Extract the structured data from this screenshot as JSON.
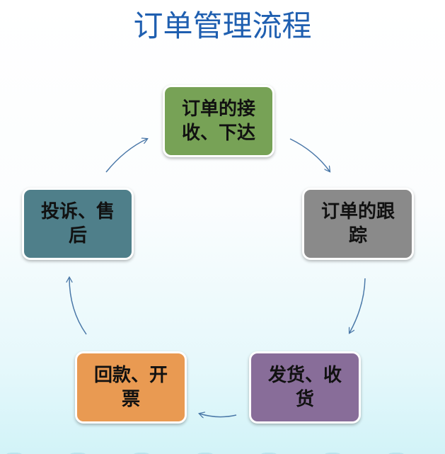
{
  "title": "订单管理流程",
  "nodes": [
    {
      "lines": [
        "订单的接",
        "收、下达"
      ],
      "color": "#77a256"
    },
    {
      "lines": [
        "订单的跟",
        "踪"
      ],
      "color": "#8a8a8a"
    },
    {
      "lines": [
        "发货、收",
        "货"
      ],
      "color": "#886d99"
    },
    {
      "lines": [
        "回款、开",
        "票"
      ],
      "color": "#e99a52"
    },
    {
      "lines": [
        "投诉、售",
        "后"
      ],
      "color": "#4f7f8a"
    }
  ],
  "colors": {
    "title": "#1f5fb0",
    "arrow": "#4a78a8"
  }
}
